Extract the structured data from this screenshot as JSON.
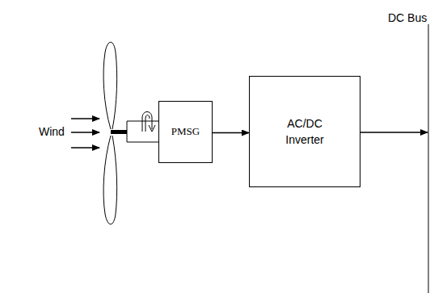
{
  "diagram": {
    "nodes": [
      {
        "text": [
          "PMSG"
        ]
      },
      {
        "text": [
          "AC/DC Inverter"
        ]
      }
    ],
    "edges": [
      {
        "from": 0,
        "to": 1,
        "arrow": "to"
      }
    ],
    "labels": [
      "Wind",
      "DC Bus"
    ]
  }
}
